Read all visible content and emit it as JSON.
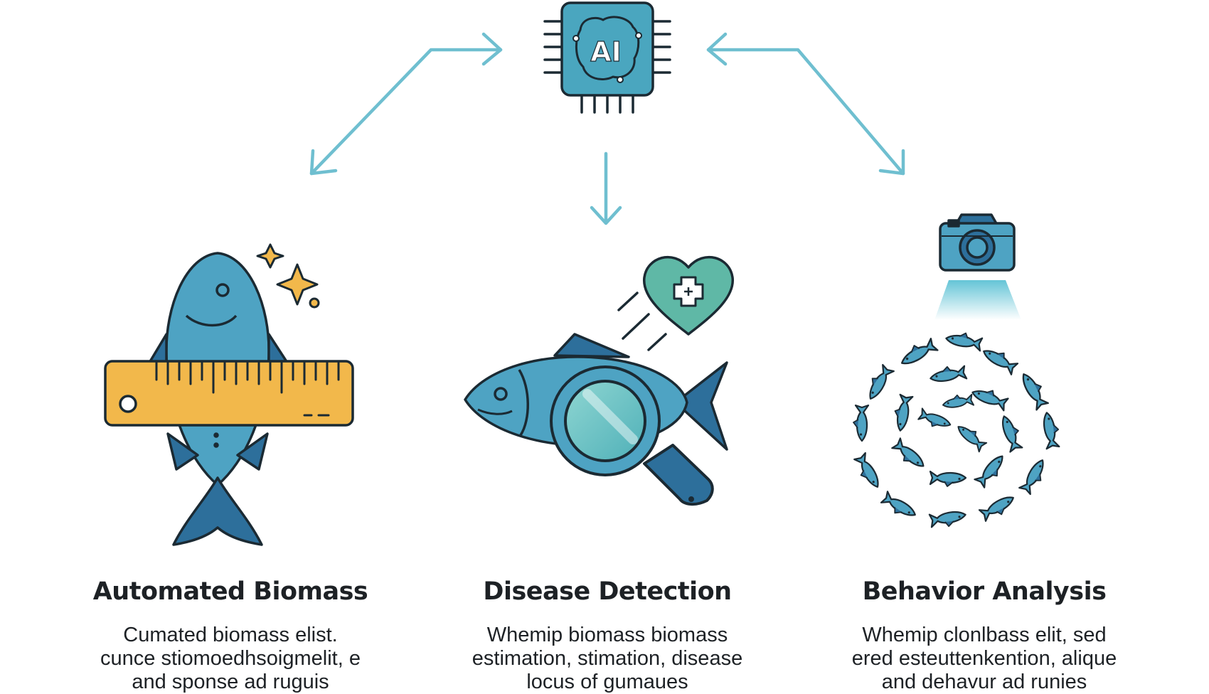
{
  "chip": {
    "label": "AI"
  },
  "columns": [
    {
      "id": "biomass",
      "title": "Automated Biomass",
      "desc": [
        "Cumated biomass elist.",
        "cunce stiomoedhsoigmelit, e",
        "and sponse ad ruguis"
      ]
    },
    {
      "id": "disease",
      "title": "Disease Detection",
      "desc": [
        "Whemip biomass biomass",
        "estimation, stimation, disease",
        "locus of gumaues"
      ]
    },
    {
      "id": "behavior",
      "title": "Behavior Analysis",
      "desc": [
        "Whemip clonlbass elit, sed",
        "ered esteuttenkention, alique",
        "and dehavur ad runies"
      ]
    }
  ],
  "colors": {
    "arrow": "#6fbfd0",
    "fish": "#4ea3c3",
    "fish_dark": "#2d6f9b",
    "outline": "#1b2a33",
    "ruler": "#f2b84b",
    "sparkle": "#f2b84b",
    "heart": "#5fb8a6",
    "chip": "#4aa6bf"
  },
  "icons": [
    "ai-chip-icon",
    "ruler-icon",
    "sparkle-icon",
    "magnifier-icon",
    "heart-medical-icon",
    "camera-icon",
    "fish-school-icon"
  ]
}
